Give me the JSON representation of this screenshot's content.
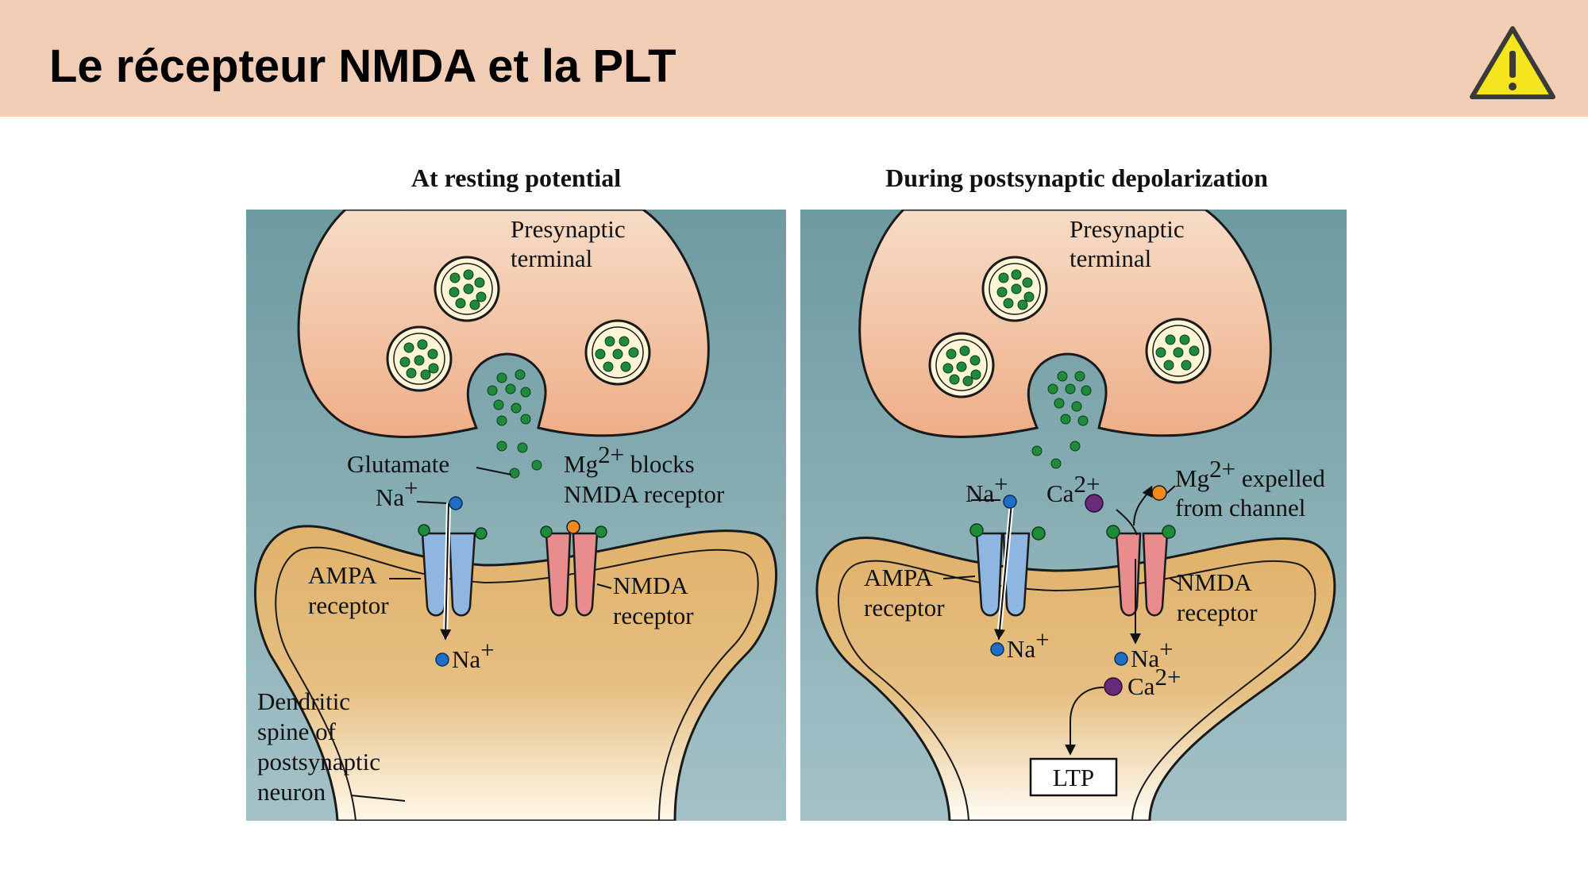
{
  "slide": {
    "title": "Le récepteur NMDA et la PLT"
  },
  "icons": {
    "corner": "warning-triangle-icon"
  },
  "colors": {
    "header_bg": "#f1cdb5",
    "panel_bg_top": "#6e9aa1",
    "presynaptic": "#efb590",
    "postsynaptic": "#e2b671",
    "ampa": "#8fb6e0",
    "nmda": "#e88c8e",
    "glutamate": "#1f8a3b",
    "sodium": "#1f6fc4",
    "magnesium": "#f08a1c",
    "calcium": "#6a2a7a",
    "warning": "#f5e51f"
  },
  "left_panel": {
    "title": "At resting potential",
    "presynaptic": [
      "Presynaptic",
      "terminal"
    ],
    "glutamate": "Glutamate",
    "na_top": "Na",
    "na_top_sup": "+",
    "mg": "Mg",
    "mg_sup": "2+",
    "mg_rest": " blocks",
    "mg_line2": "NMDA receptor",
    "ampa": [
      "AMPA",
      "receptor"
    ],
    "nmda": [
      "NMDA",
      "receptor"
    ],
    "na_bottom": "Na",
    "na_bottom_sup": "+",
    "dendritic": [
      "Dendritic",
      "spine of",
      "postsynaptic",
      "neuron"
    ]
  },
  "right_panel": {
    "title": "During postsynaptic depolarization",
    "presynaptic": [
      "Presynaptic",
      "terminal"
    ],
    "na_top": "Na",
    "na_top_sup": "+",
    "ca_top": "Ca",
    "ca_top_sup": "2+",
    "mg": "Mg",
    "mg_sup": "2+",
    "mg_rest": " expelled",
    "mg_line2": "from channel",
    "ampa": [
      "AMPA",
      "receptor"
    ],
    "nmda": [
      "NMDA",
      "receptor"
    ],
    "na_ampa": "Na",
    "na_ampa_sup": "+",
    "na_nmda": "Na",
    "na_nmda_sup": "+",
    "ca_nmda": "Ca",
    "ca_nmda_sup": "2+",
    "ltp": "LTP"
  }
}
